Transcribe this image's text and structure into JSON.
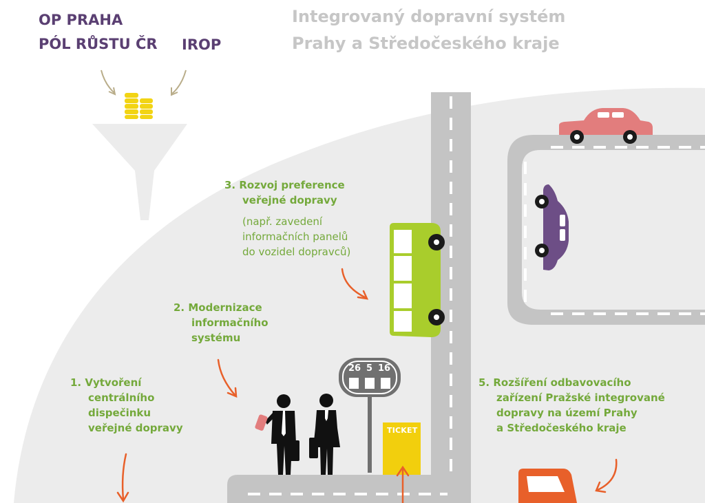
{
  "funding": {
    "line1": "OP PRAHA",
    "line2": "PÓL RŮSTU ČR",
    "line3": "IROP"
  },
  "header": {
    "line1": "Integrovaný dopravní systém",
    "line2": "Prahy a Středočeského kraje"
  },
  "steps": {
    "step1": {
      "lines": [
        "1. Vytvoření",
        "centrálního",
        "dispečinku",
        "veřejné dopravy"
      ]
    },
    "step2": {
      "lines": [
        "2. Modernizace",
        "informačního",
        "systému"
      ]
    },
    "step3": {
      "lines": [
        "3. Rozvoj preference",
        "veřejné dopravy"
      ],
      "note": [
        "(např. zavedení",
        "informačních panelů",
        "do vozidel dopravců)"
      ]
    },
    "step5": {
      "lines": [
        "5. Rozšíření odbavovacího",
        "zařízení Pražské integrované",
        "dopravy na území Prahy",
        "a Středočeského kraje"
      ]
    }
  },
  "bus_stop": {
    "numbers": [
      "26",
      "5",
      "16"
    ]
  },
  "ticket_machine": {
    "label": "TICKET"
  },
  "colors": {
    "purple": "#5a3f72",
    "green": "#74a93b",
    "header_gray": "#c6c6c6",
    "field": "#ececec",
    "road": "#c4c4c4",
    "bus": "#a9cd2c",
    "arrow": "#e8602a",
    "coin": "#f2d414",
    "car_red": "#e27d7d",
    "car_purple": "#6d4e86",
    "ticket": "#f2cf0d"
  },
  "icons": [
    "coin-stack-icon",
    "funnel-icon",
    "red-car-icon",
    "purple-car-icon",
    "bus-icon",
    "phone-icon",
    "briefcase-icon"
  ]
}
